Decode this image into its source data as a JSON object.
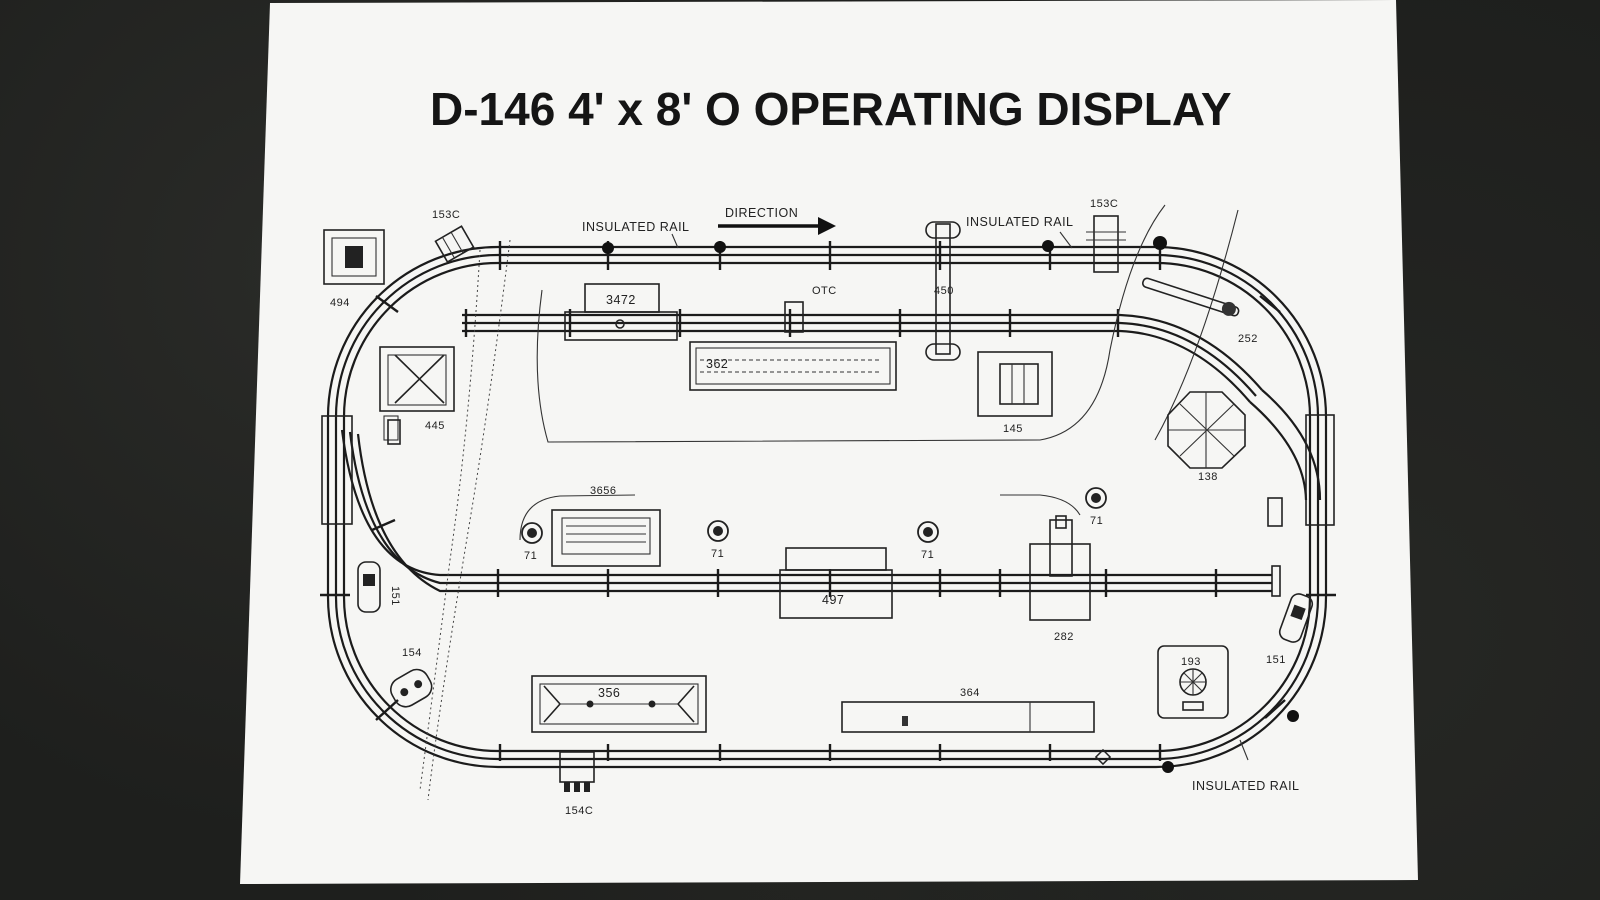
{
  "title": "D-146 4' x 8' O OPERATING DISPLAY",
  "labels": {
    "c153c_left": "153C",
    "insulated_rail_top_left": "INSULATED RAIL",
    "direction": "DIRECTION",
    "insulated_rail_top_right": "INSULATED RAIL",
    "c153c_right": "153C",
    "a494": "494",
    "a3472": "3472",
    "otc": "OTC",
    "a450": "450",
    "a252": "252",
    "a362": "362",
    "a445": "445",
    "a145": "145",
    "a138": "138",
    "a3656": "3656",
    "a71_1": "71",
    "a71_2": "71",
    "a71_3": "71",
    "a71_4": "71",
    "a151_left": "151",
    "a497": "497",
    "a282": "282",
    "a151_right": "151",
    "a154": "154",
    "a356": "356",
    "a364": "364",
    "a193": "193",
    "a154c": "154C",
    "insulated_rail_bottom": "INSULATED RAIL"
  }
}
